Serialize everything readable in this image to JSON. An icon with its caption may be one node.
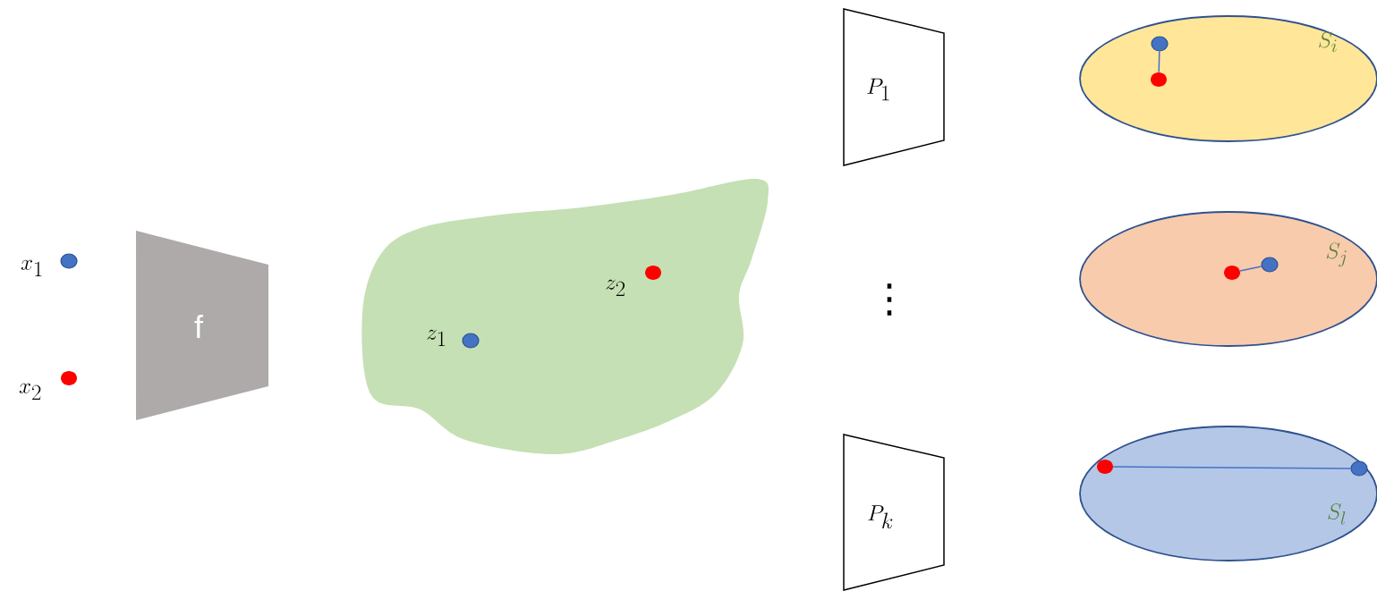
{
  "diagram": {
    "nodes": [
      {
        "text": [],
        "shape": "circle",
        "beside": [
          "x_1"
        ]
      },
      {
        "text": [],
        "shape": "circle",
        "beside": [
          "x_2"
        ]
      },
      {
        "text": [
          "f"
        ]
      },
      {
        "text": [],
        "shape": "blob"
      },
      {
        "text": [],
        "shape": "circle",
        "beside": [
          "z_1"
        ],
        "in": 3
      },
      {
        "text": [],
        "shape": "circle",
        "beside": [
          "z_2"
        ],
        "in": 3
      },
      {
        "text": [
          "P_1"
        ]
      },
      {
        "text": [
          "P_k"
        ]
      },
      {
        "text": [
          "S_i"
        ]
      },
      {
        "text": [],
        "shape": "circle",
        "in": 8
      },
      {
        "text": [],
        "shape": "circle",
        "in": 8
      },
      {
        "text": [
          "S_j"
        ]
      },
      {
        "text": [],
        "shape": "circle",
        "in": 11
      },
      {
        "text": [],
        "shape": "circle",
        "in": 11
      },
      {
        "text": [
          "S_l"
        ]
      },
      {
        "text": [],
        "shape": "circle",
        "in": 14
      },
      {
        "text": [],
        "shape": "circle",
        "in": 14
      }
    ],
    "edges": [
      {
        "from": 10,
        "to": 9,
        "arrow": "none"
      },
      {
        "from": 12,
        "to": 13,
        "arrow": "none"
      },
      {
        "from": 15,
        "to": 16,
        "arrow": "none"
      }
    ],
    "labels": [
      "⋮"
    ]
  }
}
